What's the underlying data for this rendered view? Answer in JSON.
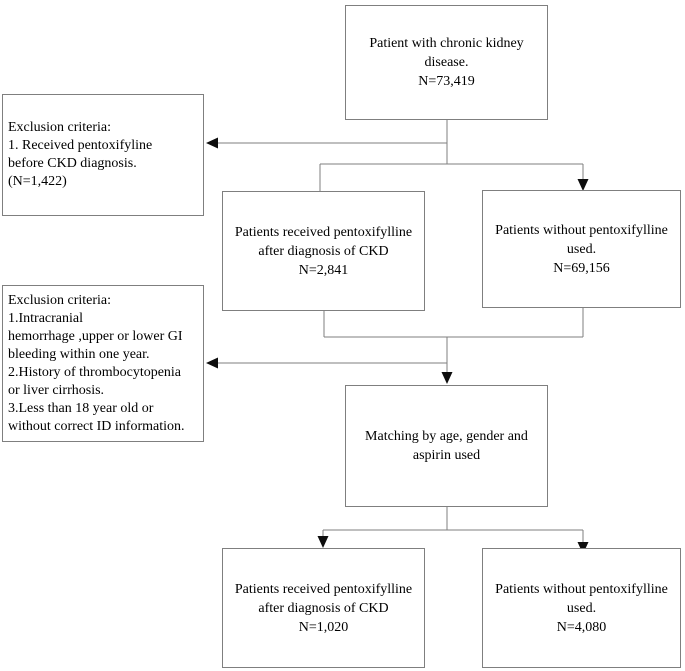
{
  "figure": {
    "type": "patient-flow-diagram"
  },
  "boxes": {
    "top": {
      "text": "Patient with chronic kidney\ndisease.\nN=73,419"
    },
    "exclusion1": {
      "text": "Exclusion criteria:\n1. Received pentoxifyline\nbefore CKD diagnosis.\n(N=1,422)"
    },
    "mid_left": {
      "text": "Patients received pentoxifylline\nafter diagnosis of CKD\nN=2,841"
    },
    "mid_right": {
      "text": "Patients without pentoxifylline\nused.\nN=69,156"
    },
    "exclusion2": {
      "text": "Exclusion criteria:\n1.Intracranial\nhemorrhage ,upper or lower GI\nbleeding within one year.\n2.History of thrombocytopenia\nor liver cirrhosis.\n3.Less than 18 year old or\nwithout correct ID information."
    },
    "matching": {
      "text": "Matching by age, gender and\naspirin used"
    },
    "bottom_left": {
      "text": "Patients received pentoxifylline\nafter diagnosis of CKD\nN=1,020"
    },
    "bottom_right": {
      "text": "Patients without pentoxifylline\nused.\nN=4,080"
    }
  },
  "colors": {
    "box-border": "#7f7f7f",
    "connector-line": "#7f7f7f",
    "arrowhead": "#0d0d0d",
    "text": "#000000",
    "background": "#ffffff"
  }
}
